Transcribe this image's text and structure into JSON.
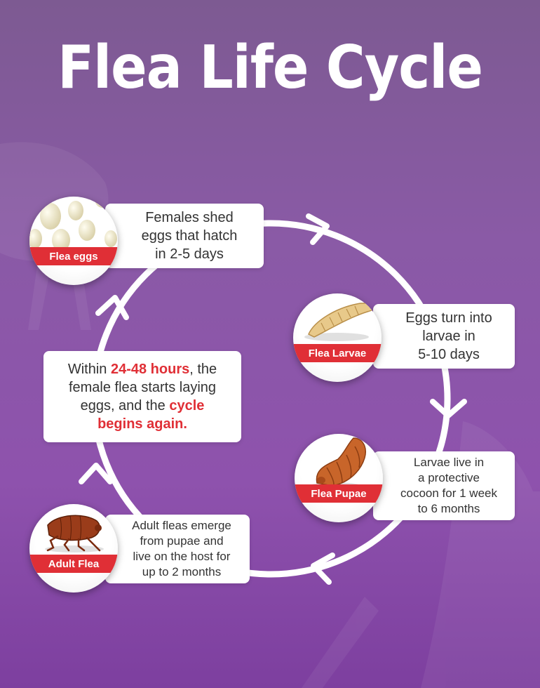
{
  "title": "Flea Life Cycle",
  "colors": {
    "accent": "#e02f36",
    "text": "#333333",
    "background": "#8a5aa6"
  },
  "stages": [
    {
      "label": "Flea eggs",
      "icon": "flea-eggs-icon",
      "lines": [
        "Females shed",
        "eggs that hatch",
        "in 2-5 days"
      ]
    },
    {
      "label": "Flea Larvae",
      "icon": "flea-larva-icon",
      "lines": [
        "Eggs turn into",
        "larvae in",
        "5-10 days"
      ]
    },
    {
      "label": "Flea Pupae",
      "icon": "flea-pupa-icon",
      "lines": [
        "Larvae live in",
        "a protective",
        "cocoon for 1 week",
        "to 6 months"
      ]
    },
    {
      "label": "Adult Flea",
      "icon": "adult-flea-icon",
      "lines": [
        "Adult fleas emerge",
        "from pupae and",
        "live on the host for",
        "up to 2 months"
      ]
    }
  ],
  "restart": {
    "part1": "Within ",
    "highlight1": "24-48 hours",
    "part2": ", the",
    "line2": "female flea starts laying",
    "part3": "eggs, and the ",
    "highlight2": "cycle",
    "line4": "begins again."
  }
}
